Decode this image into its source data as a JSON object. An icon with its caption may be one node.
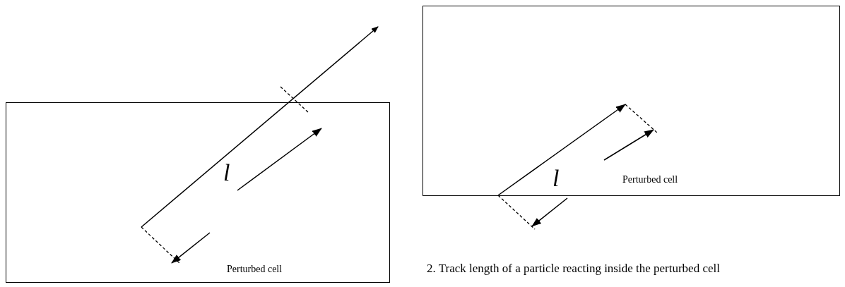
{
  "diagram": {
    "nodes": [
      {
        "text": [
          "Perturbed cell"
        ]
      },
      {
        "text": [
          "Perturbed cell"
        ]
      }
    ],
    "labels": [
      "l",
      "l",
      "2. Track length of a particle reacting inside the perturbed cell"
    ]
  }
}
